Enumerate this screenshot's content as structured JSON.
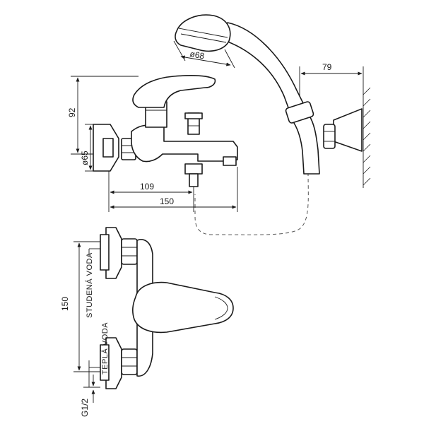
{
  "dimensions": {
    "showerhead_diameter": "ø68",
    "wall_offset": "79",
    "height": "92",
    "rosette_diameter": "ø65",
    "spout_offset": "109",
    "total_depth": "150",
    "inlet_spacing": "150",
    "thread": "G1/2"
  },
  "labels": {
    "cold_water": "STUDENÁ VODA",
    "hot_water": "TEPLÁ VODA"
  }
}
